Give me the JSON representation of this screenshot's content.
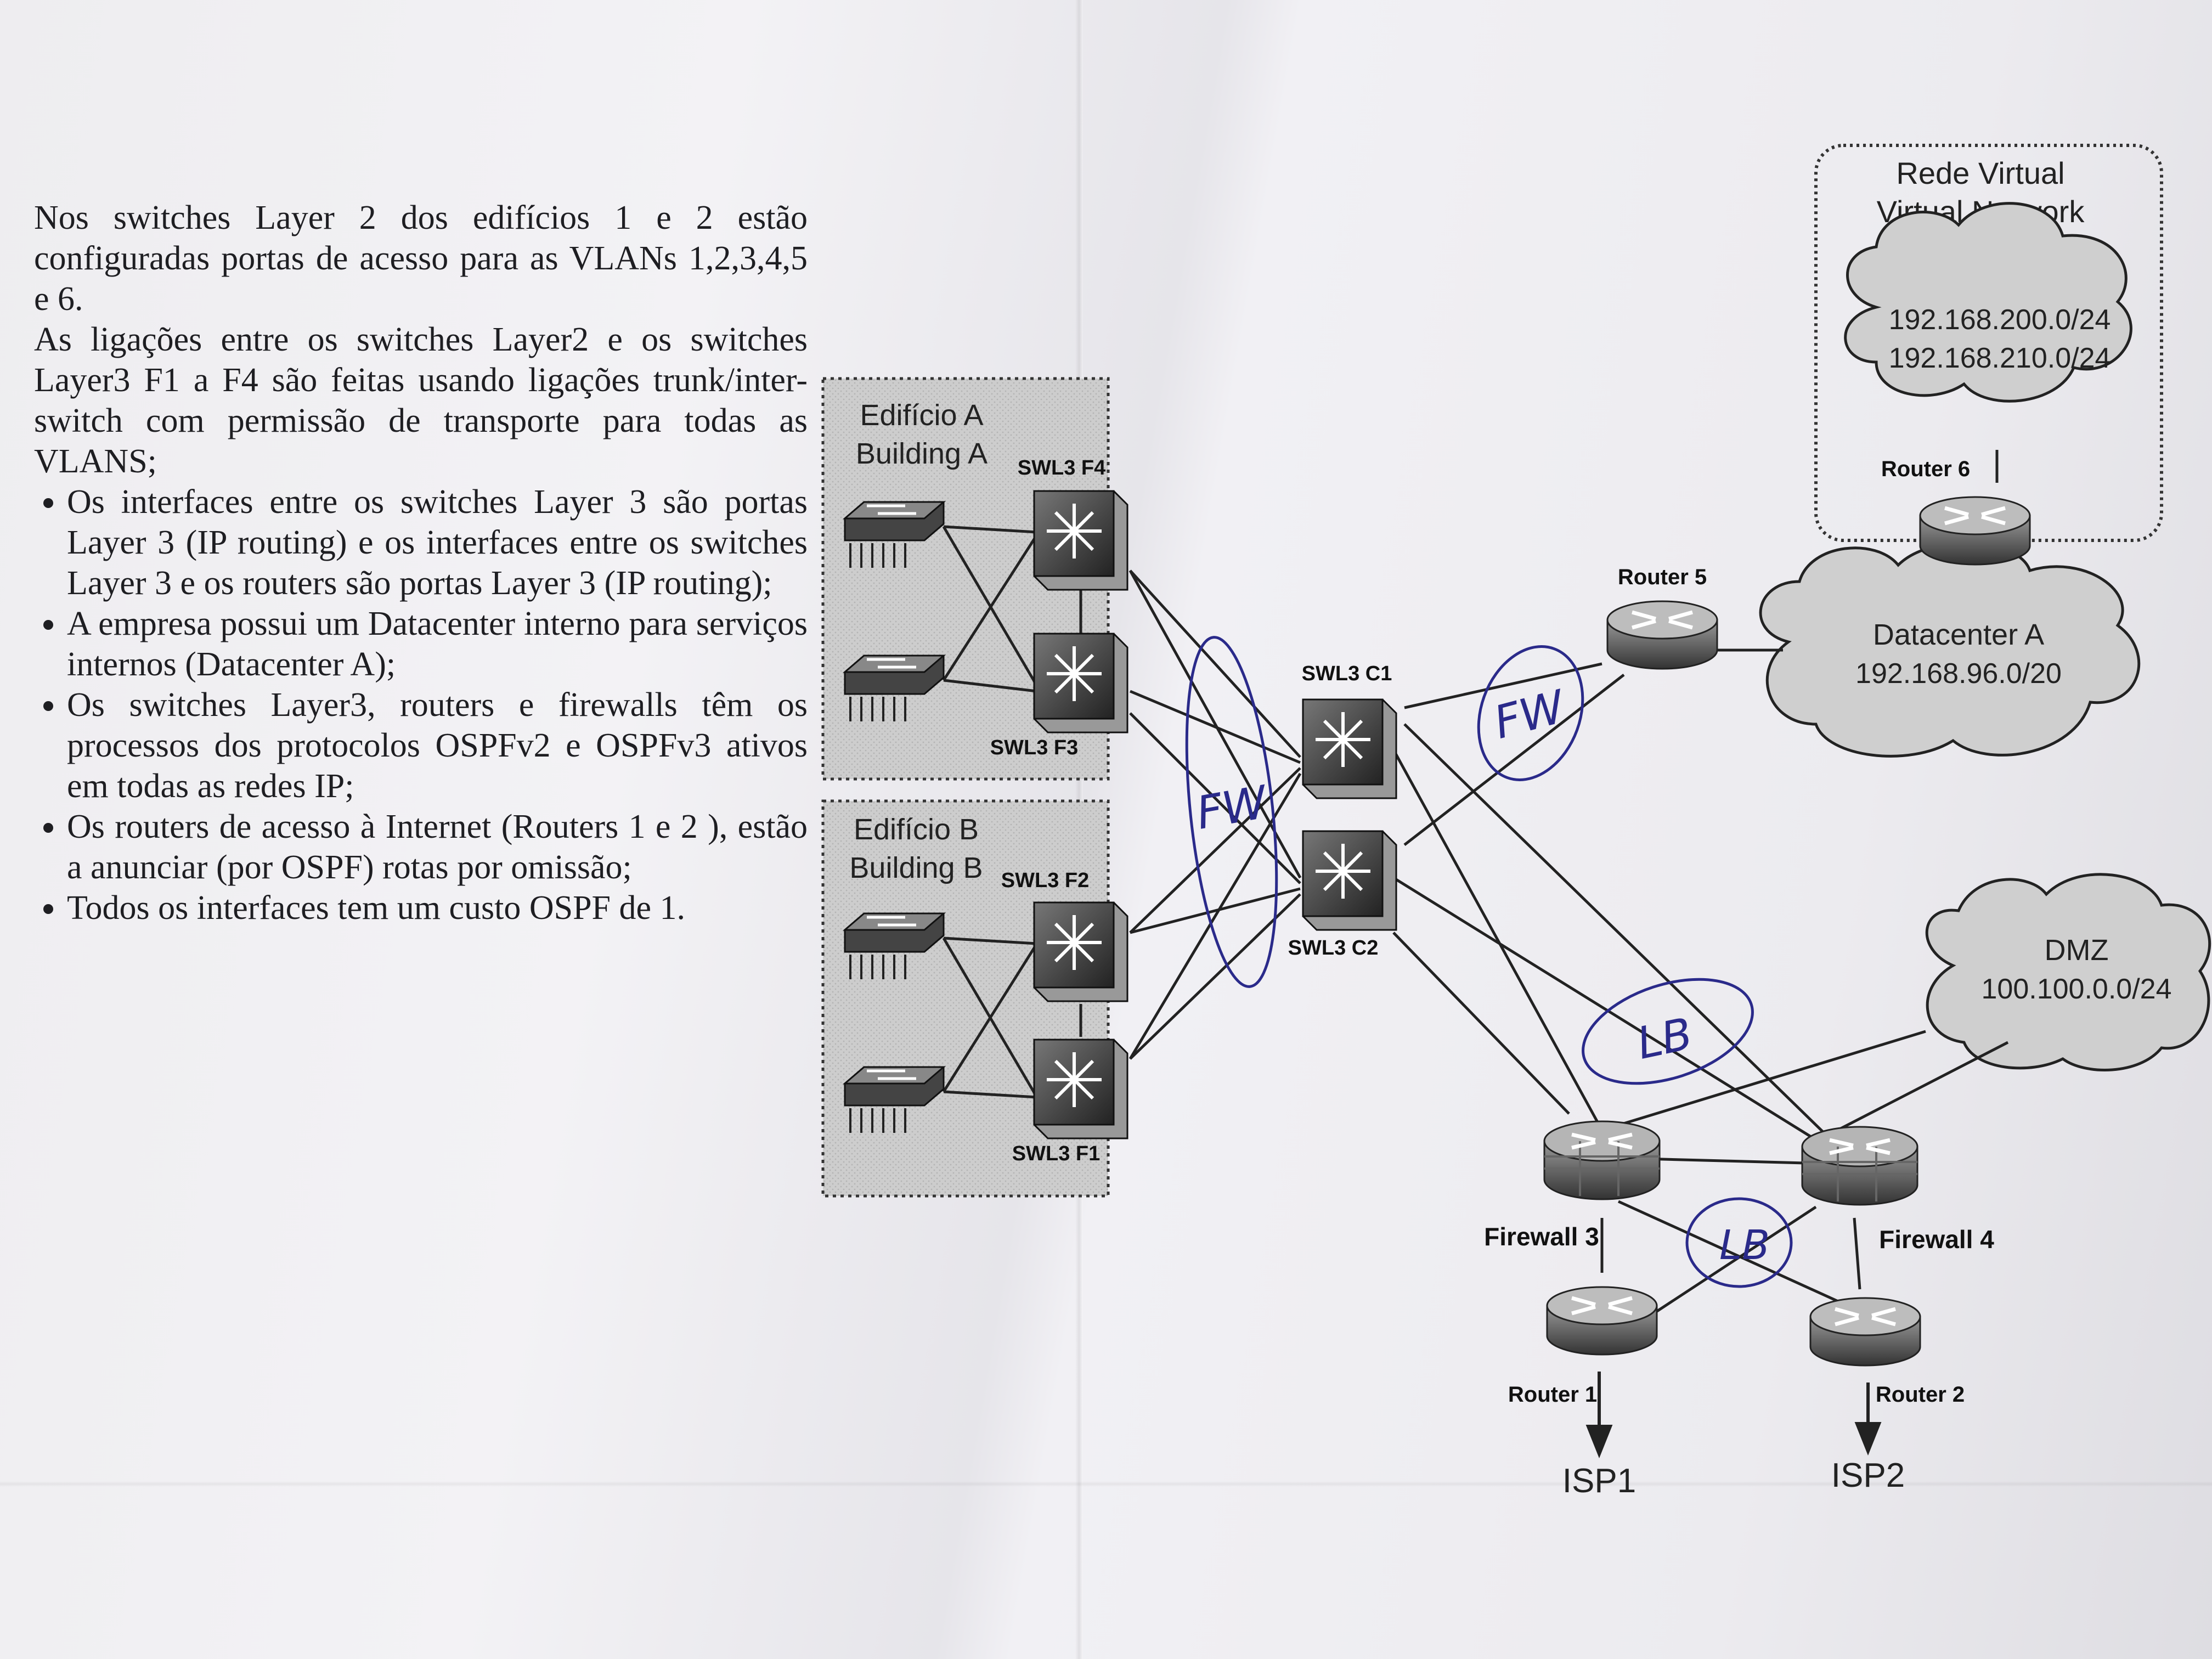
{
  "description": {
    "p1": "Nos switches Layer 2 dos edifícios 1 e 2 estão configuradas portas de acesso para as VLANs 1,2,3,4,5 e 6.",
    "p2": "As ligações entre os switches Layer2 e os switches Layer3 F1 a F4 são feitas usando ligações trunk/inter-switch com permissão de transporte para todas as VLANS;",
    "bullets": [
      "Os interfaces entre os switches Layer 3 são portas Layer 3 (IP routing) e os interfaces entre os switches Layer 3 e os routers são portas Layer 3 (IP routing);",
      "A empresa possui um Datacenter interno para serviços internos (Datacenter A);",
      "Os switches Layer3, routers e firewalls têm os processos dos protocolos OSPFv2 e OSPFv3 ativos em todas as redes IP;",
      "Os routers de acesso à Internet (Routers 1 e 2 ), estão a anunciar (por OSPF) rotas por omissão;",
      "Todos os interfaces tem um custo OSPF de 1."
    ]
  },
  "diagram": {
    "building_a": {
      "line1": "Edifício A",
      "line2": "Building A"
    },
    "building_b": {
      "line1": "Edifício B",
      "line2": "Building B"
    },
    "virtual_net": {
      "line1": "Rede Virtual",
      "line2": "Virtual Network",
      "net1": "192.168.200.0/24",
      "net2": "192.168.210.0/24"
    },
    "datacenter": {
      "name": "Datacenter A",
      "net": "192.168.96.0/20"
    },
    "dmz": {
      "name": "DMZ",
      "net": "100.100.0.0/24"
    },
    "devices": {
      "swl3_f4": "SWL3 F4",
      "swl3_f3": "SWL3 F3",
      "swl3_f2": "SWL3 F2",
      "swl3_f1": "SWL3 F1",
      "swl3_c1": "SWL3 C1",
      "swl3_c2": "SWL3 C2",
      "router5": "Router 5",
      "router6": "Router 6",
      "firewall3": "Firewall 3",
      "firewall4": "Firewall 4",
      "router1": "Router 1",
      "router2": "Router 2",
      "isp1": "ISP1",
      "isp2": "ISP2"
    },
    "handwritten": {
      "fw_left": "FW",
      "fw_right": "FW",
      "lb_top": "LB",
      "lb_bottom": "LB"
    }
  },
  "colors": {
    "ink": "#1e1e22",
    "pen": "#2a2a8a",
    "cloud": "#cfcfcf",
    "box": "#c8c8c8"
  }
}
